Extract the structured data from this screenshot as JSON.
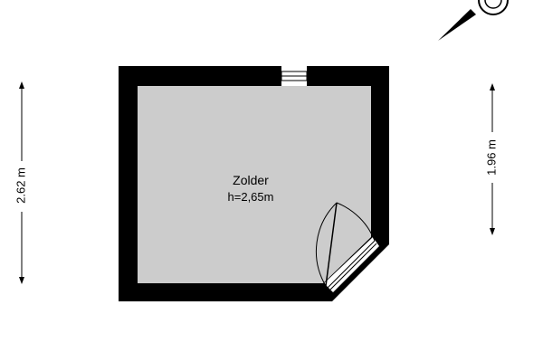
{
  "room": {
    "name": "Zolder",
    "height_label": "h=2,65m"
  },
  "dimensions": {
    "left": "2.62 m",
    "right": "1.96 m"
  },
  "icons": {
    "compass": "compass-icon",
    "door": "door-swing-icon",
    "window": "window-icon"
  },
  "colors": {
    "wall": "#000000",
    "floor": "#cccccc",
    "background": "#ffffff"
  }
}
